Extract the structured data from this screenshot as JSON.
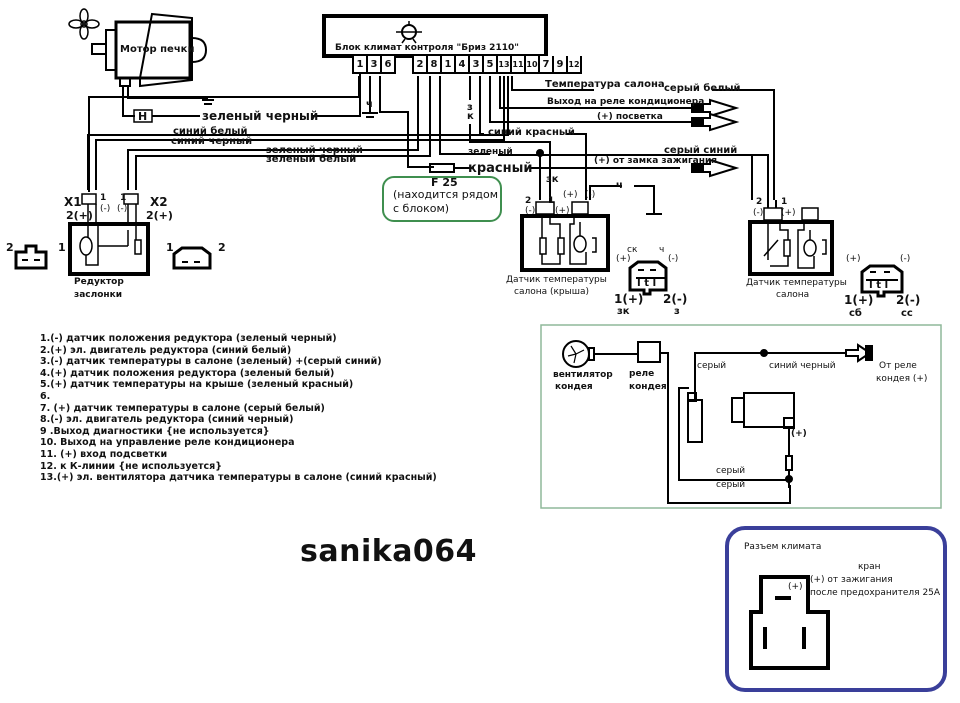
{
  "title": "Схема подключения климат-контроля Бриз 2110",
  "motor": {
    "label": "Мотор печки",
    "resistor_label": "Н"
  },
  "block": {
    "label": "Блок климат контроля  \"Бриз 2110\"",
    "pins_left": [
      "1",
      "3",
      "6"
    ],
    "pins_right": [
      "2",
      "8",
      "1",
      "4",
      "3",
      "5",
      "13",
      "11",
      "10",
      "7",
      "9",
      "12"
    ]
  },
  "wires": {
    "green_black_top": "зеленый черный",
    "blue_white": "синий белый",
    "blue_black": "синий черный",
    "green_black": "зеленый черный",
    "green_white": "зеленый белый",
    "ground_ch": "ч",
    "temp_salon": "Температура салона",
    "grey_white": "серый белый",
    "ac_relay_out": "Выход на реле кондиционера",
    "backlight": "(+) посветка",
    "zk": "з к",
    "blue_red": "синий красный",
    "green": "зеленый",
    "grey_blue": "серый синий",
    "from_ignition": "(+) от замка зажигания",
    "red": "красный"
  },
  "fuse": {
    "label": "F 25",
    "note_line1": "(находится рядом",
    "note_line2": "с блоком)"
  },
  "reducer": {
    "x1": "X1",
    "x2": "X2",
    "x1_pin1": "1",
    "x1_pin1_sign": "(-)",
    "x1_pin2": "2(+)",
    "x2_pin1": "1",
    "x2_pin1_sign": "(-)",
    "x2_pin2": "2(+)",
    "label_line1": "Редуктор",
    "label_line2": "заслонки",
    "conn_left": {
      "p1": "1",
      "p2": "2"
    },
    "conn_right": {
      "p1": "1",
      "p2": "2"
    }
  },
  "roof_sensor": {
    "wire_zk": "зк",
    "wire_ch": "ч",
    "pin2": "2",
    "pin2_sign": "(-)",
    "pin1": "1",
    "pin1_sign": "(+)",
    "plus": "(+)",
    "minus": "(-)",
    "label_line1": "Датчик температуры",
    "label_line2": "салона (крыша)",
    "conn": {
      "sk": "ск",
      "ch": "ч",
      "plus": "(+)",
      "minus": "(-)",
      "t": "I t I",
      "p1": "1(+)",
      "p2": "2(-)",
      "c1": "зк",
      "c2": "з"
    }
  },
  "salon_sensor": {
    "pin2": "2",
    "pin2_sign": "(-)",
    "pin1": "1",
    "pin1_sign": "(+)",
    "label_line1": "Датчик температуры",
    "label_line2": "салона",
    "conn": {
      "plus": "(+)",
      "minus": "(-)",
      "t": "I t I",
      "p1": "1(+)",
      "p2": "2(-)",
      "c1": "сб",
      "c2": "сс"
    }
  },
  "legend": [
    "1.(-) датчик положения редуктора  (зеленый черный)",
    "2.(+) эл. двигатель редуктора  (синий белый)",
    "3.(-) датчик температуры в салоне  (зеленый) +(серый синий)",
    "4.(+) датчик положения редуктора (зеленый белый)",
    "5.(+) датчик температуры на крыше (зеленый красный)",
    "6.",
    "7. (+) датчик температуры в салоне (серый белый)",
    "8.(-) эл. двигатель редуктора (синий черный)",
    "9 .Выход диагностики {не используется}",
    "10. Выход на управление реле кондиционера",
    "11. (+) вход подсветки",
    "12. к К-линии {не используется}",
    "13.(+) эл. вентилятора датчика температуры в салоне  (синий красный)"
  ],
  "ac_panel": {
    "fan_label_1": "вентилятор",
    "fan_label_2": "кондея",
    "relay_label_1": "реле",
    "relay_label_2": "кондея",
    "grey_top": "серый",
    "blue_black": "синий черный",
    "from_relay_1": "От реле",
    "from_relay_2": "кондея (+)",
    "plus": "(+)",
    "grey_1": "серый",
    "grey_2": "серый"
  },
  "watermark": "sanika064",
  "connector_box": {
    "title": "Разъем климата",
    "kran": "кран",
    "plus": "(+)",
    "line1": "(+) от зажигания",
    "line2": "после предохранителя 25А"
  },
  "colors": {
    "green_frame": "#3f8f4f",
    "panel_frame": "#8fb89a",
    "blue_frame": "#3a3f9a",
    "wire": "#000000"
  }
}
